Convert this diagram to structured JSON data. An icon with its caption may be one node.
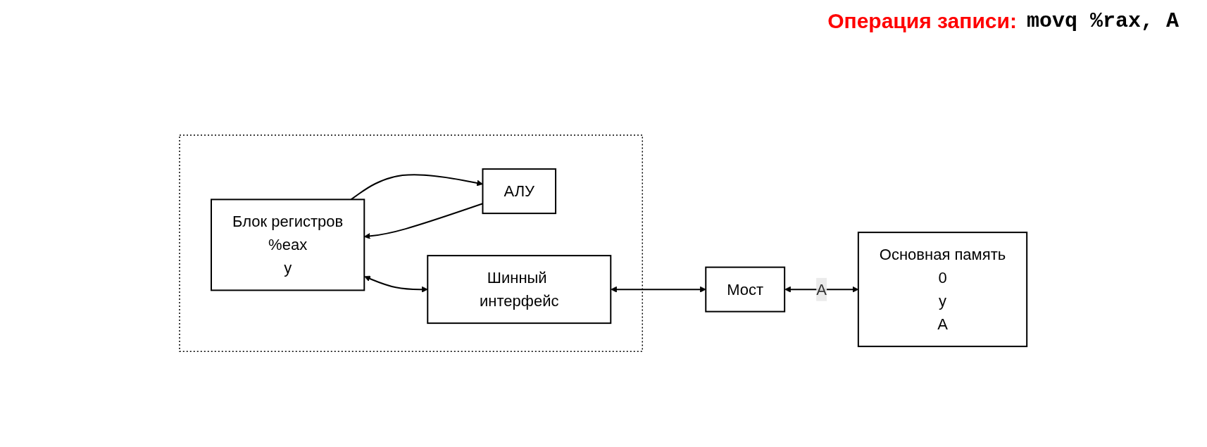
{
  "diagram": {
    "nodes": [
      {
        "text": [],
        "shape": "box"
      },
      {
        "text": [
          "Блок регистров",
          "%eax",
          "y"
        ],
        "in": 0
      },
      {
        "text": [
          "АЛУ"
        ],
        "in": 0
      },
      {
        "text": [
          "Шинный интерфейс"
        ],
        "in": 0
      },
      {
        "text": [
          "Мост"
        ]
      },
      {
        "text": [
          "Основная память",
          "0",
          "y",
          "A"
        ]
      }
    ],
    "edges": [
      {
        "from": 1,
        "to": 2,
        "arrow": "to"
      },
      {
        "from": 2,
        "to": 1,
        "arrow": "to"
      },
      {
        "from": 1,
        "to": 3,
        "arrow": "both"
      },
      {
        "from": 3,
        "to": 4,
        "arrow": "both"
      },
      {
        "from": 4,
        "to": 5,
        "arrow": "both",
        "label": "A"
      }
    ],
    "labels": [
      "Операция записи:",
      "movq %rax, A"
    ]
  }
}
